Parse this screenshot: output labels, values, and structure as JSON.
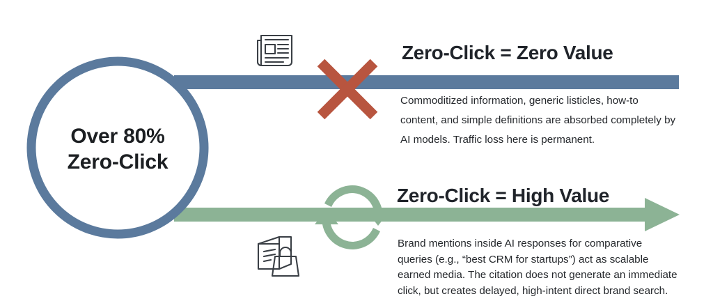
{
  "palette": {
    "blue": "#5b7a9d",
    "green": "#8cb395",
    "red": "#b8553f",
    "ink": "#20242a",
    "icon_stroke": "#3a3f45",
    "background": "#ffffff"
  },
  "hub": {
    "name": "hub-circle",
    "line1": "Over 80%",
    "line2": "Zero-Click"
  },
  "branches": [
    {
      "id": "top",
      "heading": "Zero-Click = Zero Value",
      "connector_color": "#5b7a9d",
      "connector_has_arrowhead": false,
      "marker_icon": "x-mark-icon",
      "marker_color": "#b8553f",
      "side_icon": "newspaper-icon",
      "body_lines": [
        "Commoditized information, generic listicles, how-to",
        "content, and simple definitions are absorbed completely by",
        "AI models. Traffic loss here is permanent."
      ]
    },
    {
      "id": "bottom",
      "heading": "Zero-Click = High Value",
      "connector_color": "#8cb395",
      "connector_has_arrowhead": true,
      "marker_icon": "recycle-arrows-icon",
      "marker_color": "#8cb395",
      "side_icon": "book-shopping-bag-icon",
      "body_lines": [
        "Brand mentions inside AI responses for comparative",
        "queries (e.g., “best CRM for startups”) act as scalable",
        "earned media. The citation does not generate an immediate",
        "click, but creates delayed, high-intent direct brand search."
      ]
    }
  ]
}
